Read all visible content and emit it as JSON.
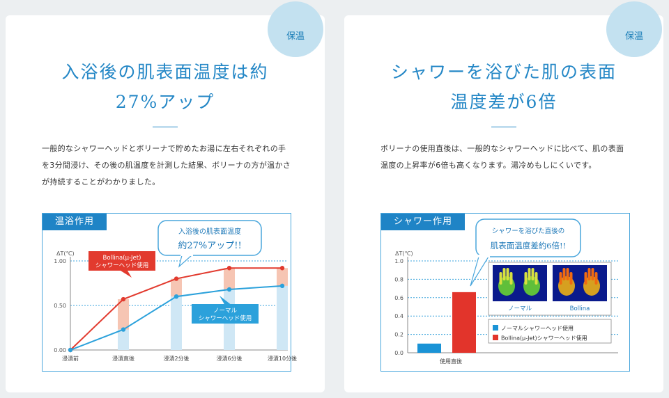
{
  "cards": [
    {
      "badge": "保温",
      "title": [
        "入浴後の肌表面温度は約",
        "27%アップ"
      ],
      "description": "一般的なシャワーヘッドとボリーナで貯めたお湯に左右それぞれの手を3分間浸け、その後の肌温度を計測した結果、ボリーナの方が温かさが持続することがわかりました。",
      "panel_tag": "温浴作用"
    },
    {
      "badge": "保温",
      "title": [
        "シャワーを浴びた肌の表面",
        "温度差が6倍"
      ],
      "description": "ボリーナの使用直後は、一般的なシャワーヘッドに比べて、肌の表面温度の上昇率が6倍も高くなります。湯冷めもしにくいです。",
      "panel_tag": "シャワー作用"
    }
  ],
  "chart_data": [
    {
      "type": "line",
      "ylabel": "ΔT(℃)",
      "ylim": [
        0,
        1.0
      ],
      "yticks": [
        "0.00",
        "0.50",
        "1.00"
      ],
      "x": [
        "浸漬前",
        "浸漬直後",
        "浸漬2分後",
        "浸漬6分後",
        "浸漬10分後"
      ],
      "series": [
        {
          "name": "Bollina(μ-Jet) シャワーヘッド使用",
          "label_lines": [
            "Bollina(μ-Jet)",
            "シャワーヘッド使用"
          ],
          "color": "#e23a2e",
          "values": [
            0,
            0.57,
            0.8,
            0.92,
            0.92
          ]
        },
        {
          "name": "ノーマル シャワーヘッド使用",
          "label_lines": [
            "ノーマル",
            "シャワーヘッド使用"
          ],
          "color": "#2ba1db",
          "values": [
            0,
            0.23,
            0.6,
            0.68,
            0.72
          ]
        }
      ],
      "callout": [
        "入浴後の肌表面温度",
        "約27%アップ!!"
      ]
    },
    {
      "type": "bar",
      "ylabel": "ΔT(℃)",
      "ylim": [
        0,
        1.0
      ],
      "yticks": [
        "0.0",
        "0.2",
        "0.4",
        "0.6",
        "0.8",
        "1.0"
      ],
      "categories": [
        "使用直後"
      ],
      "series": [
        {
          "name": "ノーマルシャワーヘッド使用",
          "color": "#1a93d6",
          "values": [
            0.1
          ]
        },
        {
          "name": "Bollina(μ-Jet)シャワーヘッド使用",
          "color": "#e2342b",
          "values": [
            0.66
          ]
        }
      ],
      "callout": [
        "シャワーを浴びた直後の",
        "肌表面温度差約6倍!!"
      ],
      "thermal_labels": [
        "ノーマル",
        "Bollina"
      ]
    }
  ]
}
